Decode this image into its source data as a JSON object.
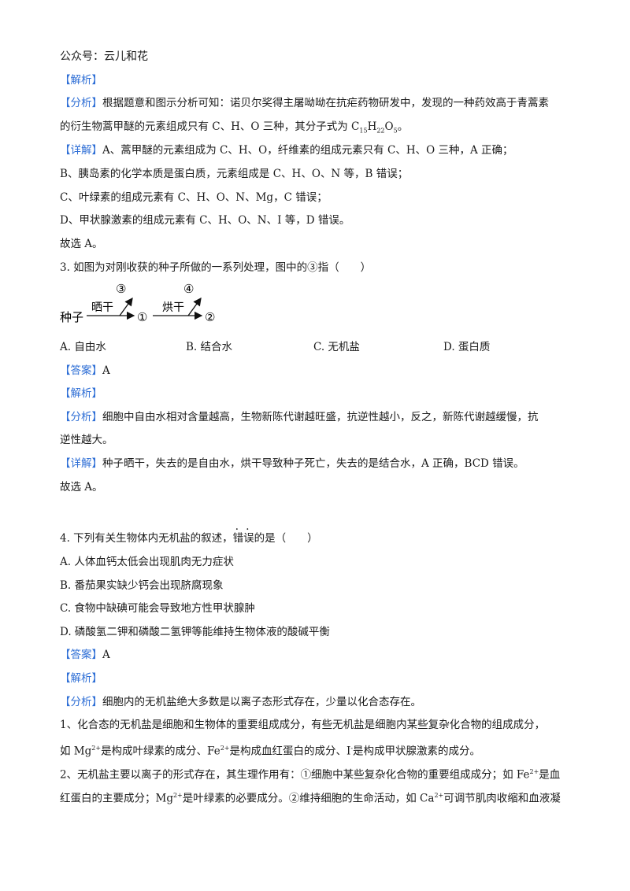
{
  "header": "公众号：云儿和花",
  "q2": {
    "jiexi": "【解析】",
    "fenxi_tag": "【分析】",
    "fenxi_1": "根据题意和图示分析可知：诺贝尔奖得主屠呦呦在抗疟药物研发中，发现的一种药效高于青蒿素",
    "fenxi_2a": "的衍生物蒿甲醚的元素组成只有 C、H、O 三种，其分子式为 C",
    "fenxi_2_sub1": "15",
    "fenxi_2b": "H",
    "fenxi_2_sub2": "22",
    "fenxi_2c": "O",
    "fenxi_2_sub3": "5",
    "fenxi_2d": "。",
    "xiangjie_tag": "【详解】",
    "xiangjie_1": "A、蒿甲醚的元素组成为 C、H、O，纤维素的组成元素只有 C、H、O 三种，A 正确；",
    "line_b": "B、胰岛素的化学本质是蛋白质，元素组成是 C、H、O、N 等，B 错误；",
    "line_c": "C、叶绿素的组成元素有 C、H、O、N、Mg，C 错误；",
    "line_d": "D、甲状腺激素的组成元素有 C、H、O、N、I 等，D 错误。",
    "conclusion": "故选 A。"
  },
  "q3": {
    "stem": "3. 如图为对刚收获的种子所做的一系列处理，图中的③指（　　）",
    "diagram": {
      "seed": "种子",
      "step1": "晒干",
      "step2": "烘干",
      "out1": "③",
      "out2": "④",
      "mid": "①",
      "end": "②"
    },
    "options": [
      "A. 自由水",
      "B. 结合水",
      "C. 无机盐",
      "D. 蛋白质"
    ],
    "answer_tag": "【答案】",
    "answer": "A",
    "jiexi": "【解析】",
    "fenxi_tag": "【分析】",
    "fenxi_1": "细胞中自由水相对含量越高，生物新陈代谢越旺盛，抗逆性越小，反之，新陈代谢越缓慢，抗",
    "fenxi_2": "逆性越大。",
    "xiangjie_tag": "【详解】",
    "xiangjie_1": "种子晒干，失去的是自由水，烘干导致种子死亡，失去的是结合水，A 正确，BCD 错误。",
    "conclusion": "故选 A。"
  },
  "q4": {
    "stem_a": "4. 下列有关生物体内无机盐的叙述，",
    "stem_em1": "错",
    "stem_em2": "误",
    "stem_b": "的是（　　）",
    "options": [
      "A. 人体血钙太低会出现肌肉无力症状",
      "B. 番茄果实缺少钙会出现脐腐现象",
      "C. 食物中缺碘可能会导致地方性甲状腺肿",
      "D. 磷酸氢二钾和磷酸二氢钾等能维持生物体液的酸碱平衡"
    ],
    "answer_tag": "【答案】",
    "answer": "A",
    "jiexi": "【解析】",
    "fenxi_tag": "【分析】",
    "fenxi_1": "细胞内的无机盐绝大多数是以离子态形式存在，少量以化合态存在。",
    "p1_1": "1、化合态的无机盐是细胞和生物体的重要组成成分，有些无机盐是细胞内某些复杂化合物的组成成分，",
    "p1_2a": "如 Mg",
    "p1_2_sup1": "2+",
    "p1_2b": "是构成叶绿素的成分、Fe",
    "p1_2_sup2": "2+",
    "p1_2c": "是构成血红蛋白的成分、I",
    "p1_2_sup3": "-",
    "p1_2d": "是构成甲状腺激素的成分。",
    "p2_1a": "2、无机盐主要以离子的形式存在，其生理作用有：①细胞中某些复杂化合物的重要组成成分；如 Fe",
    "p2_1_sup": "2+",
    "p2_1b": "是血",
    "p2_2a": "红蛋白的主要成分；Mg",
    "p2_2_sup1": "2+",
    "p2_2b": "是叶绿素的必要成分。②维持细胞的生命活动，如 Ca",
    "p2_2_sup2": "2+",
    "p2_2c": "可调节肌肉收缩和血液凝"
  }
}
